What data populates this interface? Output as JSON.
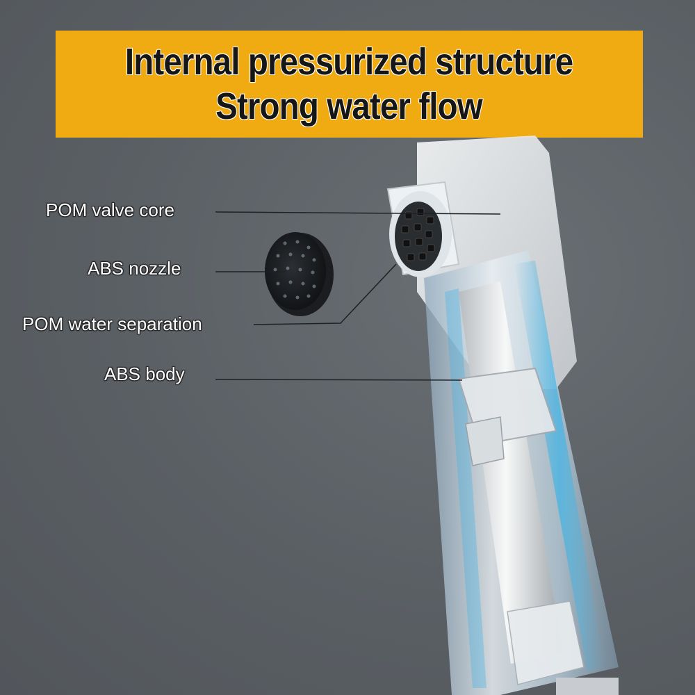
{
  "banner": {
    "line1": "Internal pressurized structure",
    "line2": "Strong water flow",
    "color": "#f0aa12"
  },
  "labels": {
    "valve_core": "POM valve core",
    "nozzle": "ABS nozzle",
    "water_separation": "POM water separation",
    "body": "ABS body"
  },
  "colors": {
    "background": "#5b6065",
    "banner_text": "#161616",
    "label_text": "#ffffff"
  }
}
